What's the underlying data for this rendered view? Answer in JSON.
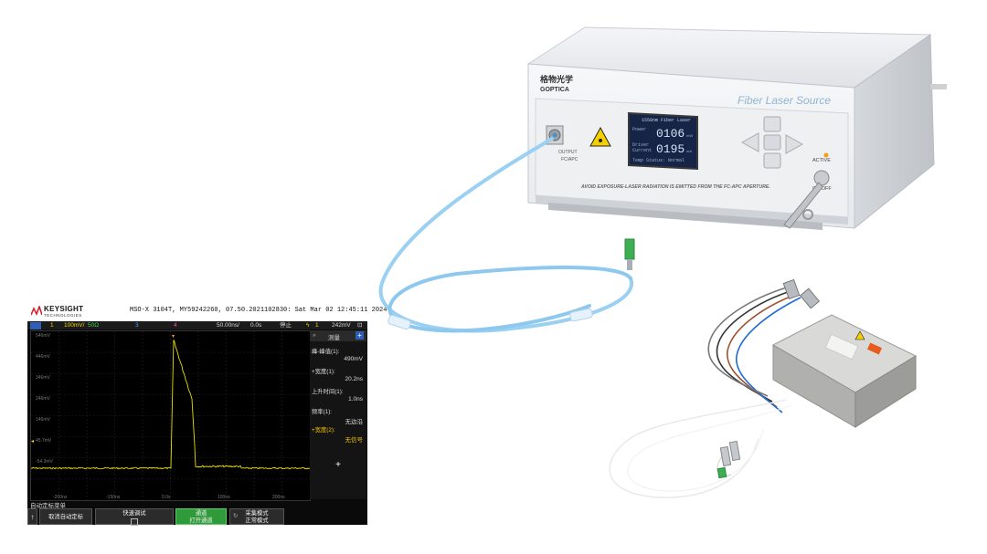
{
  "scope": {
    "brand": "KEYSIGHT",
    "brand_sub": "TECHNOLOGIES",
    "model_line": "MSO-X 3104T, MY59242260, 07.50.2021102830: Sat Mar 02 12:45:11 2024",
    "status": {
      "ch1_label": "1",
      "ch1_scale": "100mV/",
      "ch1_imp": "50Ω",
      "ch3": "3",
      "ch4": "4",
      "timebase": "50.00ns/",
      "delay": "0.0s",
      "run_state": "停止",
      "trig_ch": "1",
      "trig_level": "242mV"
    },
    "grid_labels": {
      "y": [
        "546mV",
        "446mV",
        "346mV",
        "246mV",
        "146mV",
        "45.7mV",
        "-54.3mV"
      ],
      "x": [
        "-200ns",
        "-150ns",
        "0.0s",
        "100ns",
        "200ns"
      ]
    },
    "measurements": {
      "header": "测量",
      "items": [
        {
          "label": "峰-峰值(1):",
          "value": "490mV",
          "color": "#dddddd"
        },
        {
          "label": "+宽度(1):",
          "value": "20.2ns",
          "color": "#dddddd"
        },
        {
          "label": "上升时间(1):",
          "value": "1.0ns",
          "color": "#dddddd"
        },
        {
          "label": "频率(1):",
          "value": "无边沿",
          "color": "#dddddd"
        },
        {
          "label": "+宽度(2):",
          "value": "无信号",
          "color": "#f5c400"
        }
      ],
      "add": "+"
    },
    "softkey_title": "自动定标菜单",
    "softkeys": [
      {
        "line1": "取消自动定标",
        "line2": ""
      },
      {
        "line1": "快速调试",
        "line2": ""
      },
      {
        "line1": "通道",
        "line2": "打开通道"
      },
      {
        "line1": "采集模式",
        "line2": "正常模式"
      }
    ],
    "trace_color": "#e8e000"
  },
  "laser": {
    "brand_cn": "格物光学",
    "brand_en": "GOPTICA",
    "title": "Fiber Laser Source",
    "output_label_1": "OUTPUT",
    "output_label_2": "FC/APC",
    "lcd_title": "1550nm Fiber Laser",
    "lcd_row1_label": "Power",
    "lcd_row1_value": "0106",
    "lcd_row1_unit": "mW",
    "lcd_row2_label": "Driver",
    "lcd_row2_label_b": "Current",
    "lcd_row2_value": "0195",
    "lcd_row2_unit": "mA",
    "lcd_status": "Temp Status: Normal",
    "active_label": "ACTIVE",
    "onoff_label": "ON/OFF",
    "warning": "AVOID EXPOSURE-LASER RADIATION IS EMITTED FROM THE FC-APC APERTURE."
  },
  "colors": {
    "fiber": "#8ec8ee",
    "connector_green": "#3fae52",
    "chassis": "#e9ecef"
  }
}
